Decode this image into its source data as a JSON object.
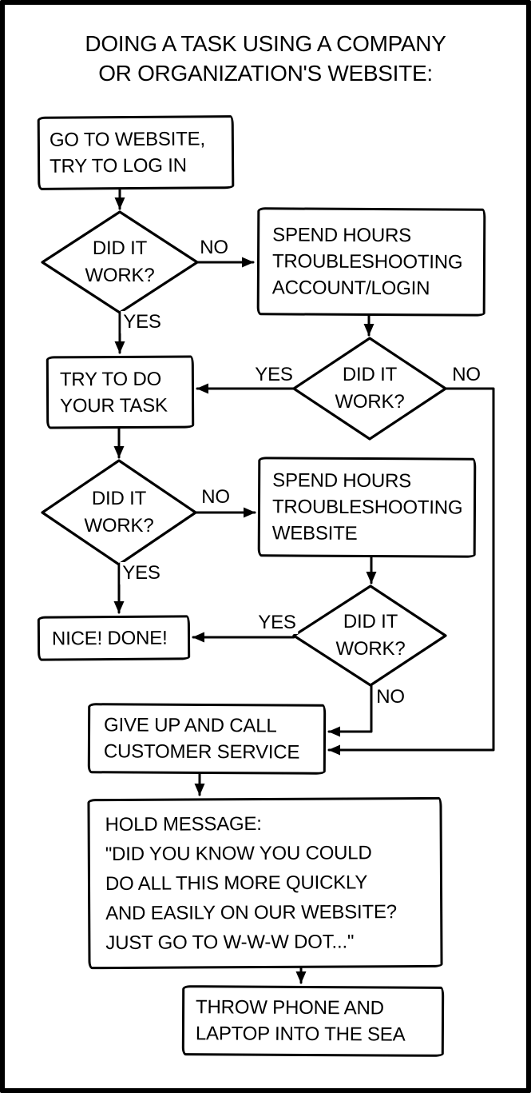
{
  "title": {
    "line1": "DOING A TASK USING A COMPANY",
    "line2": "OR ORGANIZATION'S WEBSITE:"
  },
  "nodes": {
    "go_to_website": {
      "type": "process",
      "lines": [
        "GO TO WEBSITE,",
        "TRY TO LOG IN"
      ]
    },
    "did_it_work_login": {
      "type": "decision",
      "lines": [
        "DID IT",
        "WORK?"
      ]
    },
    "troubleshoot_account": {
      "type": "process",
      "lines": [
        "SPEND HOURS",
        "TROUBLESHOOTING",
        "ACCOUNT/LOGIN"
      ]
    },
    "did_it_work_account": {
      "type": "decision",
      "lines": [
        "DID IT",
        "WORK?"
      ]
    },
    "try_task": {
      "type": "process",
      "lines": [
        "TRY TO DO",
        "YOUR TASK"
      ]
    },
    "did_it_work_task": {
      "type": "decision",
      "lines": [
        "DID IT",
        "WORK?"
      ]
    },
    "troubleshoot_website": {
      "type": "process",
      "lines": [
        "SPEND HOURS",
        "TROUBLESHOOTING",
        "WEBSITE"
      ]
    },
    "did_it_work_website": {
      "type": "decision",
      "lines": [
        "DID IT",
        "WORK?"
      ]
    },
    "nice_done": {
      "type": "terminal",
      "lines": [
        "NICE! DONE!"
      ]
    },
    "give_up": {
      "type": "process",
      "lines": [
        "GIVE UP AND CALL",
        "CUSTOMER SERVICE"
      ]
    },
    "hold_message": {
      "type": "process",
      "lines": [
        "HOLD MESSAGE:",
        "\"DID YOU KNOW YOU COULD",
        "DO ALL THIS MORE QUICKLY",
        "AND EASILY ON OUR WEBSITE?",
        "JUST GO TO W-W-W DOT...\""
      ]
    },
    "throw_into_sea": {
      "type": "terminal",
      "lines": [
        "THROW PHONE AND",
        "LAPTOP INTO THE SEA"
      ]
    }
  },
  "labels": {
    "no_login": "NO",
    "yes_login": "YES",
    "yes_account_fixed": "YES",
    "no_account_fixed": "NO",
    "no_task": "NO",
    "yes_task": "YES",
    "yes_website_fixed": "YES",
    "no_website_fixed": "NO"
  },
  "colors": {
    "ink": "#000000",
    "paper": "#ffffff"
  }
}
